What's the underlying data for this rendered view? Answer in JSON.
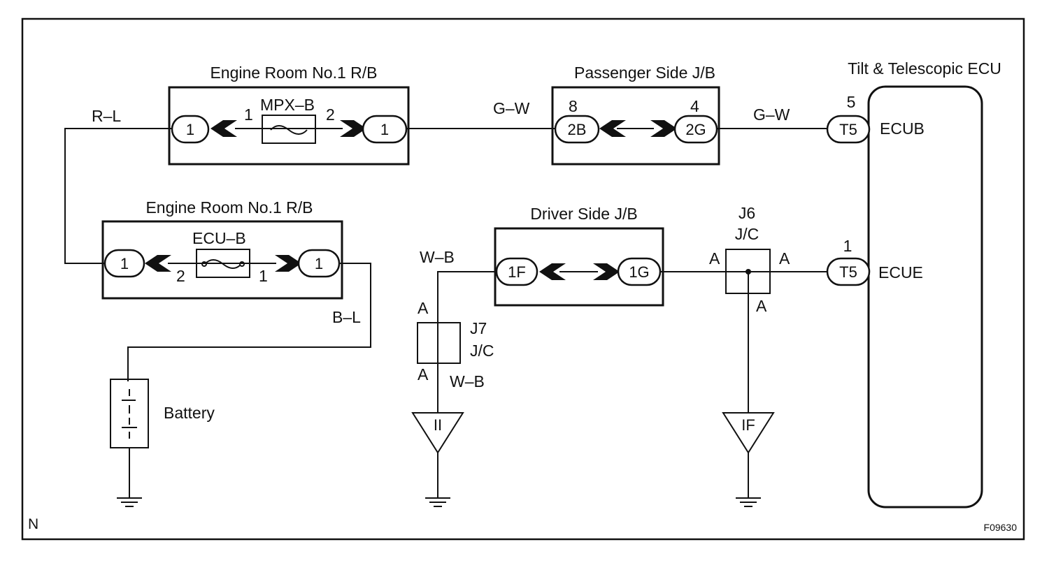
{
  "diagram": {
    "corner_letter": "N",
    "figure_code": "F09630",
    "relay_block_upper": {
      "title": "Engine Room No.1 R/B",
      "fuse_label": "MPX–B",
      "pin_left": "1",
      "pin_right": "2",
      "connector_left": "1",
      "connector_right": "1"
    },
    "relay_block_lower": {
      "title": "Engine Room No.1 R/B",
      "fuse_label": "ECU–B",
      "pin_left": "2",
      "pin_right": "1",
      "connector_left": "1",
      "connector_right": "1"
    },
    "passenger_jb": {
      "title": "Passenger Side J/B",
      "pin_left": "8",
      "pin_right": "4",
      "connector_left": "2B",
      "connector_right": "2G"
    },
    "driver_jb": {
      "title": "Driver Side J/B",
      "connector_left": "1F",
      "connector_right": "1G"
    },
    "ecu": {
      "title": "Tilt & Telescopic ECU",
      "terminals": [
        {
          "pin": "5",
          "connector": "T5",
          "name": "ECUB"
        },
        {
          "pin": "1",
          "connector": "T5",
          "name": "ECUE"
        }
      ]
    },
    "wire_colors": {
      "rl": "R–L",
      "gw_left": "G–W",
      "gw_right": "G–W",
      "bl": "B–L",
      "wb_top": "W–B",
      "wb_bottom": "W–B"
    },
    "j6": {
      "name": "J6",
      "type": "J/C",
      "pin_left": "A",
      "pin_right": "A",
      "pin_bottom": "A"
    },
    "j7": {
      "name": "J7",
      "type": "J/C",
      "pin_top": "A",
      "pin_bottom": "A"
    },
    "battery_label": "Battery",
    "ground_points": [
      {
        "id": "II"
      },
      {
        "id": "IF"
      }
    ]
  }
}
